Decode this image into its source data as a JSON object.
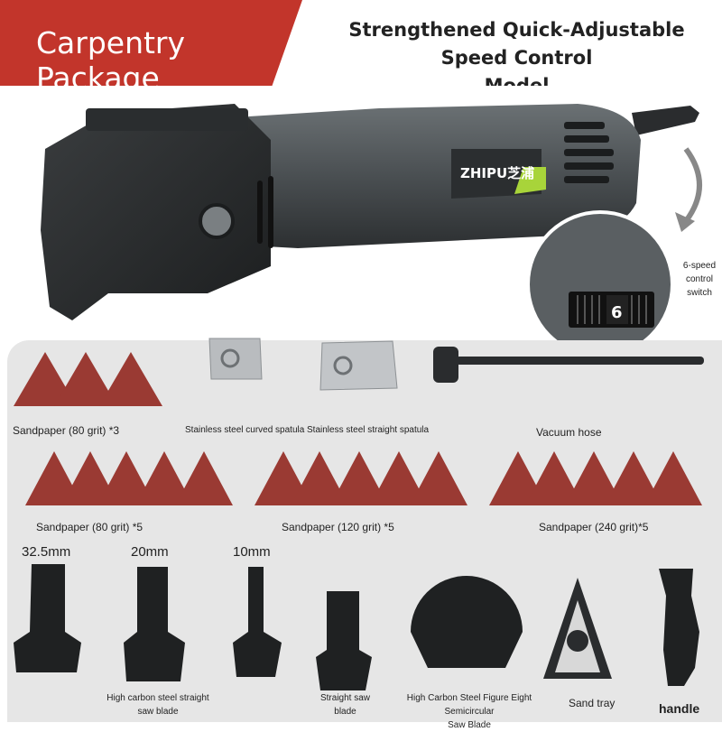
{
  "header": {
    "badge": "Carpentry Package",
    "title_line1": "Strengthened Quick-Adjustable Speed Control",
    "title_line2": "Model"
  },
  "tool": {
    "brand": "ZHIPU芝浦",
    "callout_label_line1": "6-speed",
    "callout_label_line2": "control",
    "callout_label_line3": "switch",
    "dial_value": "6"
  },
  "accessories": {
    "sandpaper80_3": "Sandpaper (80 grit) *3",
    "curved_spatula": "Stainless steel curved spatula",
    "straight_spatula": "Stainless steel straight spatula",
    "vacuum_hose": "Vacuum hose",
    "sandpaper80_5": "Sandpaper (80 grit) *5",
    "sandpaper120_5": "Sandpaper (120 grit) *5",
    "sandpaper240_5": "Sandpaper (240 grit)*5",
    "size_1": "32.5mm",
    "size_2": "20mm",
    "size_3": "10mm",
    "straight_blade_line1": "High carbon steel straight",
    "straight_blade_line2": "saw blade",
    "straight_saw_line1": "Straight saw",
    "straight_saw_line2": "blade",
    "semicircular_line1": "High Carbon Steel Figure Eight Semicircular",
    "semicircular_line2": "Saw Blade",
    "sand_tray": "Sand tray",
    "handle": "handle"
  },
  "colors": {
    "accent_red": "#c2352b",
    "tool_body": "#4a4f52",
    "brand_green": "#a8d43a",
    "sandpaper": "#9a3a33",
    "panel": "#e6e6e6"
  }
}
